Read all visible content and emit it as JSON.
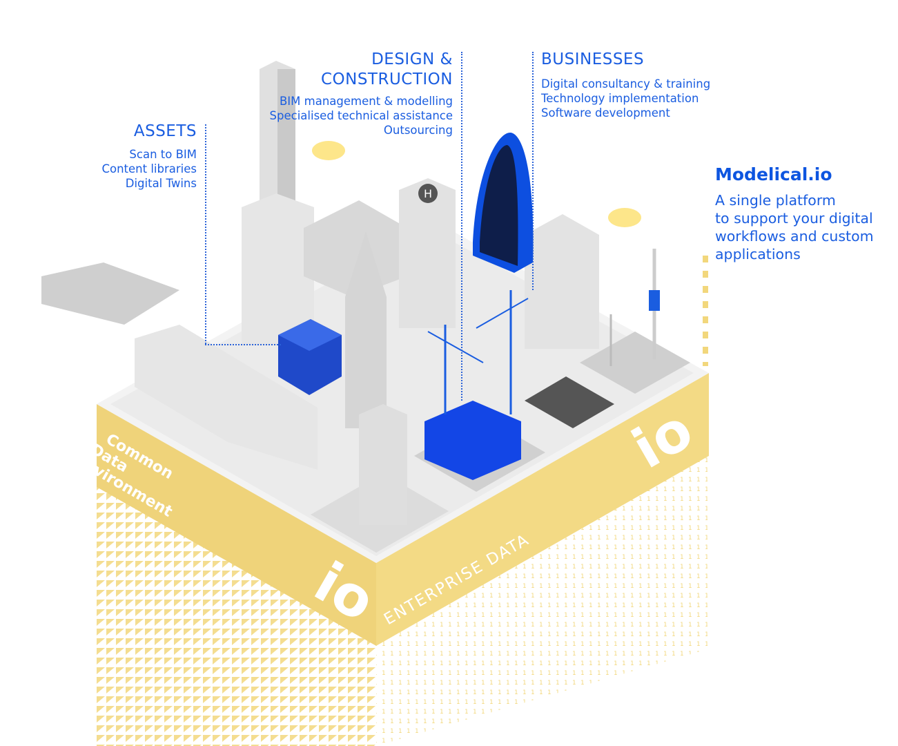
{
  "assets": {
    "title": "ASSETS",
    "items": [
      "Scan to BIM",
      "Content libraries",
      "Digital Twins"
    ]
  },
  "design": {
    "title_line1": "DESIGN &",
    "title_line2": "CONSTRUCTION",
    "items": [
      "BIM management  & modelling",
      "Specialised technical assistance",
      "Outsourcing"
    ]
  },
  "businesses": {
    "title": "BUSINESSES",
    "items": [
      "Digital consultancy & training",
      "Technology implementation",
      "Software development"
    ]
  },
  "brand": {
    "name": "Modelical.io",
    "tagline": [
      "A single platform",
      "to support your digital",
      "workflows and custom",
      "applications"
    ]
  },
  "cube": {
    "left_face": [
      "Common",
      "Data",
      "Environment"
    ],
    "right_face": "ENTERPRISE DATA",
    "logo": "io",
    "helipad": "H"
  },
  "colors": {
    "blue": "#1a5de0",
    "yellow": "#f0d57a",
    "gray": "#e4e4e4"
  }
}
